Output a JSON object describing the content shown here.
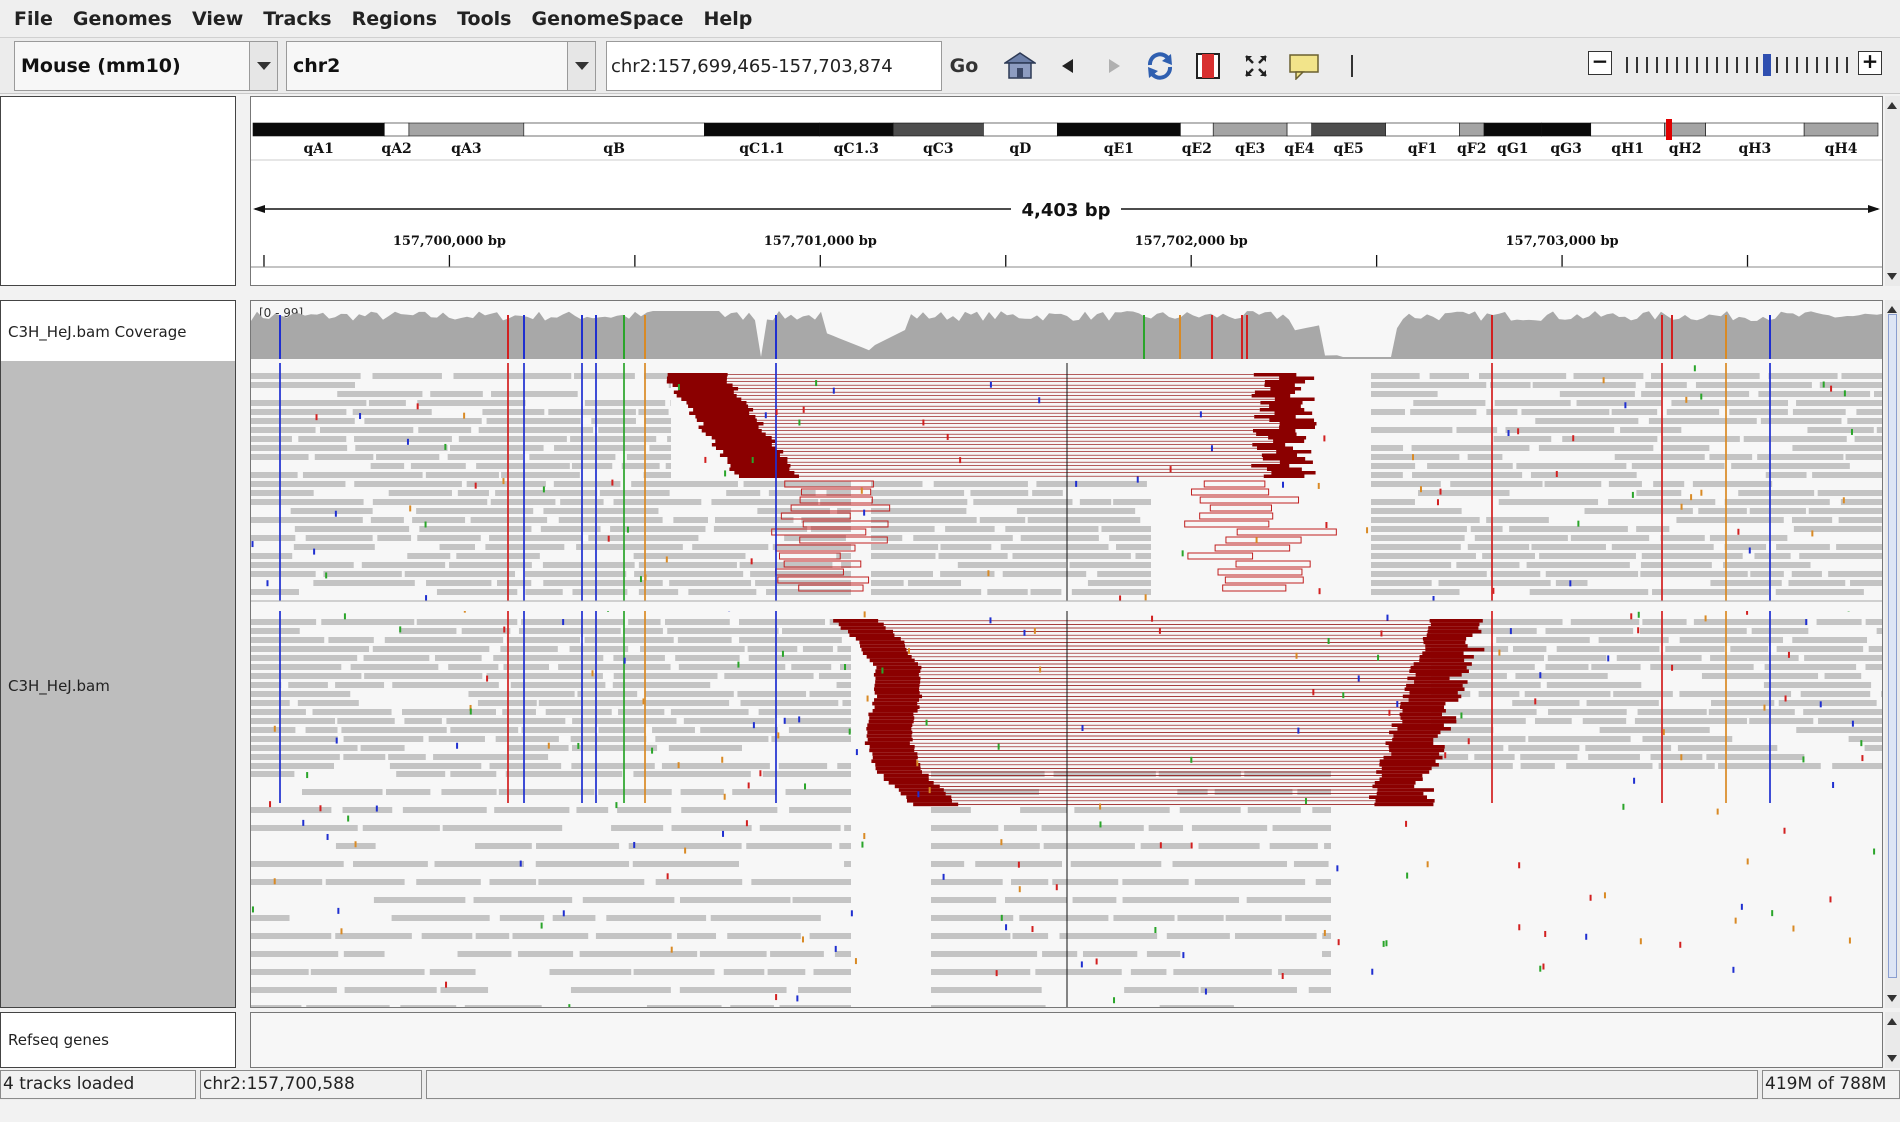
{
  "menu": [
    "File",
    "Genomes",
    "View",
    "Tracks",
    "Regions",
    "Tools",
    "GenomeSpace",
    "Help"
  ],
  "toolbar": {
    "genome": "Mouse (mm10)",
    "chromosome": "chr2",
    "locus": "chr2:157,699,465-157,703,874",
    "go_label": "Go",
    "icons": [
      "home-icon",
      "back-arrow-icon",
      "forward-arrow-icon",
      "refresh-icon",
      "roi-icon",
      "fit-window-icon",
      "popup-info-icon",
      "ruler-divider-icon"
    ],
    "zoom_minus": "−",
    "zoom_plus": "+",
    "zoom_level_fraction": 0.62
  },
  "ideogram": {
    "bands": [
      "qA1",
      "qA2",
      "qA3",
      "qB",
      "qC1.1",
      "qC1.3",
      "qC3",
      "qD",
      "qE1",
      "qE2",
      "qE3",
      "qE4",
      "qE5",
      "qF1",
      "qF2",
      "qG1",
      "qG3",
      "qH1",
      "qH2",
      "qH3",
      "qH4"
    ]
  },
  "ruler": {
    "span": "4,403 bp",
    "ticks": [
      "157,700,000 bp",
      "157,701,000 bp",
      "157,702,000 bp",
      "157,703,000 bp"
    ]
  },
  "tracks": {
    "coverage": {
      "name": "C3H_HeJ.bam Coverage",
      "range": "[0 - 99]"
    },
    "alignment": {
      "name": "C3H_HeJ.bam"
    },
    "genes": {
      "name": "Refseq genes"
    }
  },
  "status": {
    "tracks_loaded": "4 tracks loaded",
    "position": "chr2:157,700,588",
    "message": "",
    "memory": "419M of 788M"
  },
  "colors": {
    "read_gray": "#c4c4c4",
    "deletion_red": "#8b0000",
    "mismatch_blue": "#1f2fd0",
    "mismatch_red": "#d22020",
    "mismatch_green": "#2aa52a",
    "mismatch_orange": "#d98a25",
    "coverage_gray": "#a8a8a8",
    "band_black": "#0a0a0a",
    "band_dark_gray": "#4d4d4d",
    "band_gray": "#a4a4a4",
    "band_white": "#ffffff",
    "centromere_marker": "#e00000"
  }
}
